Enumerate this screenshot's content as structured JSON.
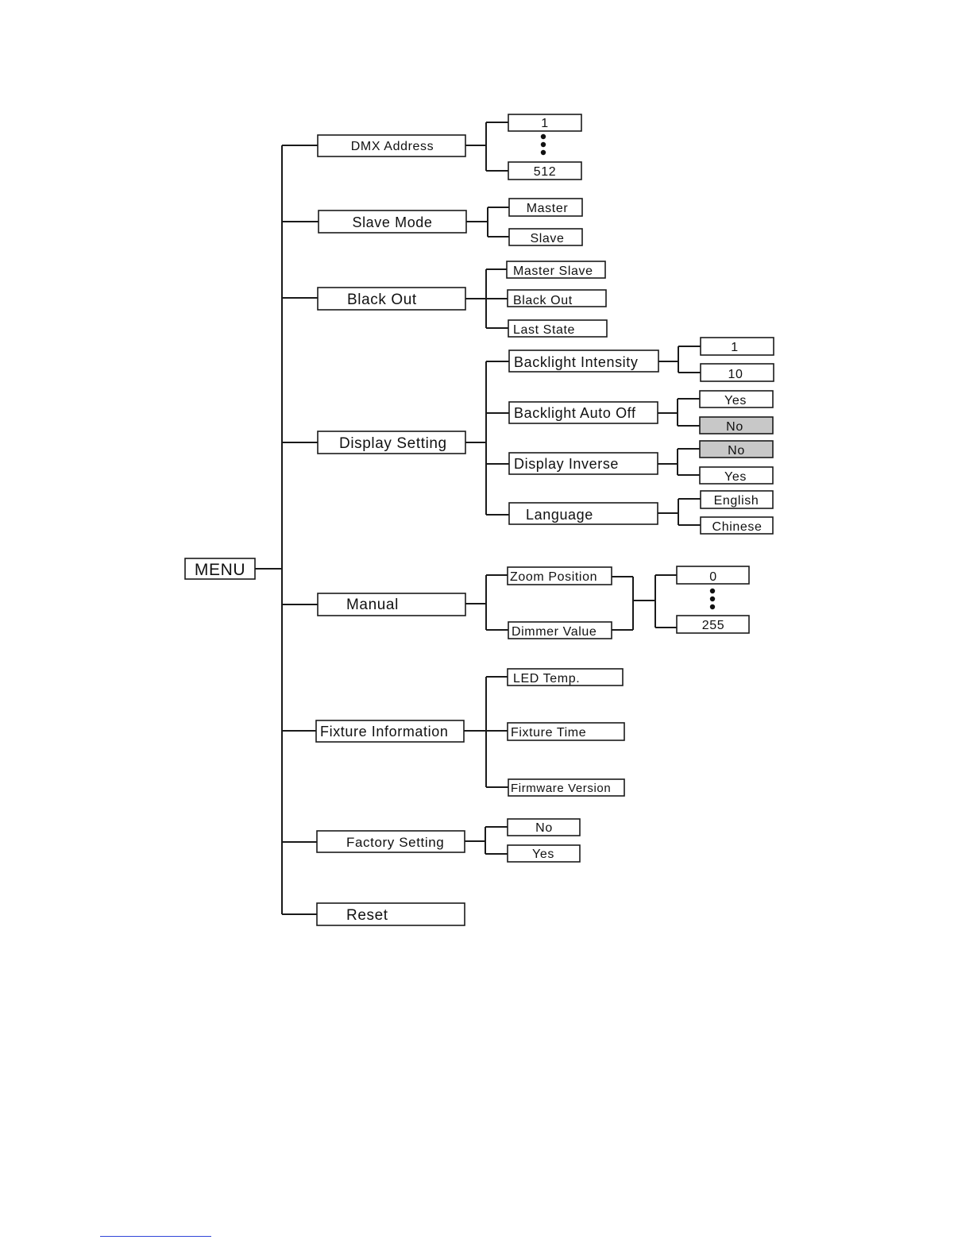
{
  "root": "MENU",
  "menu": [
    {
      "label": "DMX Address",
      "options": [
        "1",
        "512"
      ]
    },
    {
      "label": "Slave Mode",
      "options": [
        "Master",
        "Slave"
      ]
    },
    {
      "label": "Black Out",
      "options": [
        "Master Slave",
        "Black Out",
        "Last State"
      ]
    },
    {
      "label": "Display Setting",
      "subs": [
        {
          "label": "Backlight Intensity",
          "options": [
            "1",
            "10"
          ]
        },
        {
          "label": "Backlight Auto Off",
          "options": [
            "Yes",
            "No"
          ],
          "selected": "No"
        },
        {
          "label": "Display Inverse",
          "options": [
            "No",
            "Yes"
          ],
          "selected": "No"
        },
        {
          "label": "Language",
          "options": [
            "English",
            "Chinese"
          ]
        }
      ]
    },
    {
      "label": "Manual",
      "subs": [
        {
          "label": "Zoom Position"
        },
        {
          "label": "Dimmer Value"
        }
      ],
      "range": [
        "0",
        "255"
      ]
    },
    {
      "label": "Fixture Information",
      "subs": [
        {
          "label": "LED Temp."
        },
        {
          "label": "Fixture Time"
        },
        {
          "label": "Firmware Version"
        }
      ]
    },
    {
      "label": "Factory Setting",
      "options": [
        "No",
        "Yes"
      ]
    },
    {
      "label": "Reset"
    }
  ],
  "colors": {
    "line": "#1a1a1a",
    "selected_fill": "#c8c8c8",
    "link_underline": "#2f45d8"
  }
}
